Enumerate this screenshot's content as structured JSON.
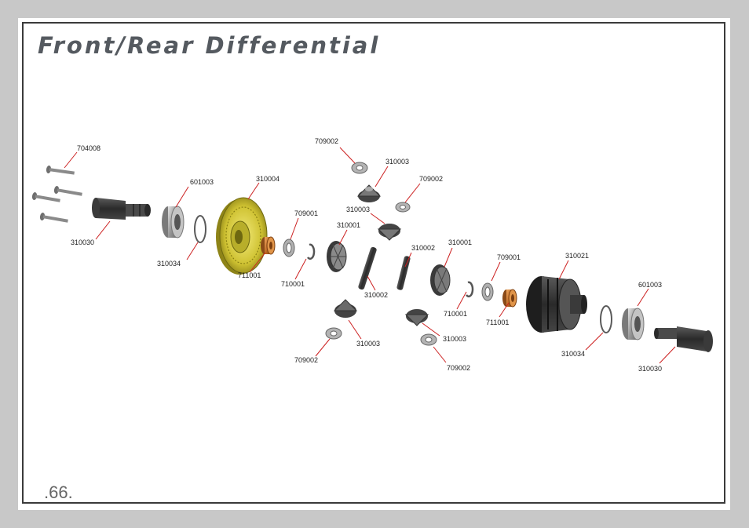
{
  "page": {
    "title": "Front/Rear Differential",
    "page_number": ".66."
  },
  "labels": [
    {
      "id": "704008",
      "text": "704008"
    },
    {
      "id": "310030-left",
      "text": "310030"
    },
    {
      "id": "601003-left",
      "text": "601003"
    },
    {
      "id": "310034-left",
      "text": "310034"
    },
    {
      "id": "310004",
      "text": "310004"
    },
    {
      "id": "711001-left",
      "text": "711001"
    },
    {
      "id": "709001-left",
      "text": "709001"
    },
    {
      "id": "710001-left",
      "text": "710001"
    },
    {
      "id": "709002-top",
      "text": "709002"
    },
    {
      "id": "310003-top",
      "text": "310003"
    },
    {
      "id": "709002-topright",
      "text": "709002"
    },
    {
      "id": "310003-mid",
      "text": "310003"
    },
    {
      "id": "310001-left",
      "text": "310001"
    },
    {
      "id": "310002-right",
      "text": "310002"
    },
    {
      "id": "310002-center",
      "text": "310002"
    },
    {
      "id": "310001-right",
      "text": "310001"
    },
    {
      "id": "709001-right",
      "text": "709001"
    },
    {
      "id": "310021",
      "text": "310021"
    },
    {
      "id": "601003-right",
      "text": "601003"
    },
    {
      "id": "710001-right",
      "text": "710001"
    },
    {
      "id": "711001-right",
      "text": "711001"
    },
    {
      "id": "310003-bottomleft",
      "text": "310003"
    },
    {
      "id": "310003-bottomright",
      "text": "310003"
    },
    {
      "id": "709002-bottomleft",
      "text": "709002"
    },
    {
      "id": "709002-bottomright",
      "text": "709002"
    },
    {
      "id": "310034-right",
      "text": "310034"
    },
    {
      "id": "310030-right",
      "text": "310030"
    }
  ],
  "colors": {
    "leader": "#cc2020",
    "ring_gear": "#d8cf3a",
    "bushing": "#c8782a",
    "dark_part": "#2e2e2e",
    "metal_part": "#a8a8a8"
  }
}
